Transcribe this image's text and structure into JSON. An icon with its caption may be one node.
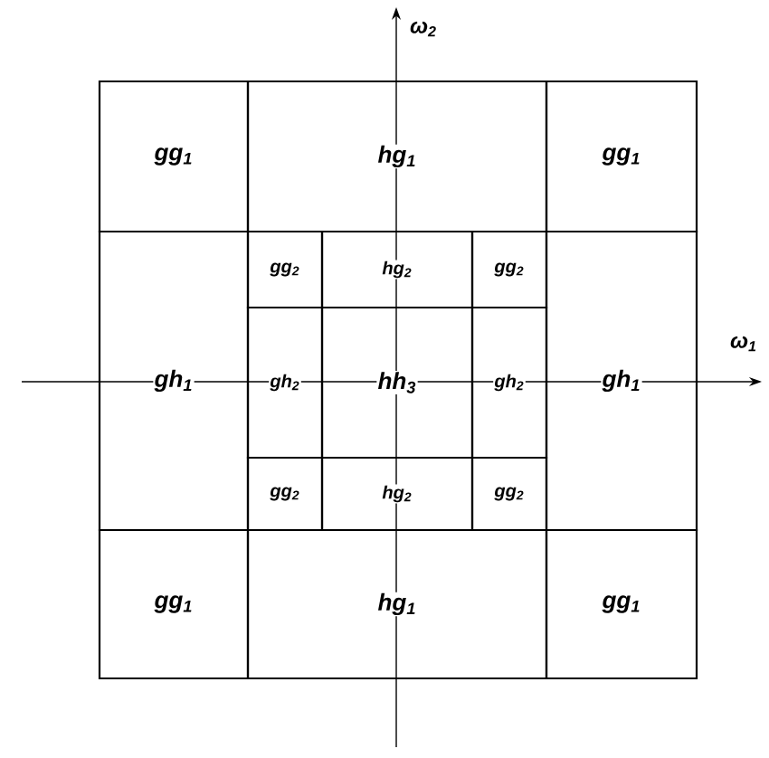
{
  "diagram": {
    "nodes": [
      {
        "text": [
          "gg$_{1}$"
        ]
      },
      {
        "text": [
          "hg$_{1}$"
        ]
      },
      {
        "text": [
          "gg$_{1}$"
        ]
      },
      {
        "text": [
          "gg$_{2}$"
        ]
      },
      {
        "text": [
          "hg$_{2}$"
        ]
      },
      {
        "text": [
          "gg$_{2}$"
        ]
      },
      {
        "text": [
          "gh$_{1}$"
        ]
      },
      {
        "text": [
          "gh$_{2}$"
        ]
      },
      {
        "text": [
          "hh$_{3}$"
        ]
      },
      {
        "text": [
          "gh$_{2}$"
        ]
      },
      {
        "text": [
          "gh$_{1}$"
        ]
      },
      {
        "text": [
          "gg$_{2}$"
        ]
      },
      {
        "text": [
          "hg$_{2}$"
        ]
      },
      {
        "text": [
          "gg$_{2}$"
        ]
      },
      {
        "text": [
          "gg$_{1}$"
        ]
      },
      {
        "text": [
          "hg$_{1}$"
        ]
      },
      {
        "text": [
          "gg$_{1}$"
        ]
      }
    ],
    "labels": [
      "ω$_{2}$",
      "ω$_{1}$"
    ]
  }
}
